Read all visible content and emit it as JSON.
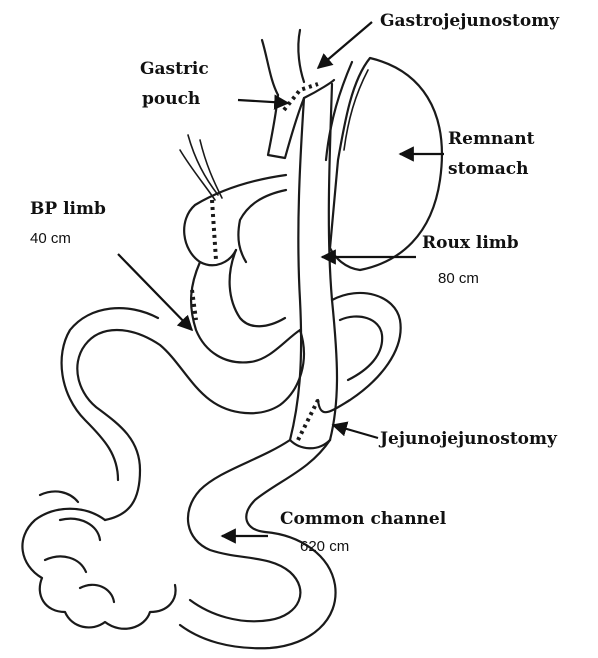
{
  "labels": {
    "gastrojejunostomy": "Gastrojejunostomy",
    "gastric_pouch_line1": "Gastric",
    "gastric_pouch_line2": "pouch",
    "remnant_line1": "Remnant",
    "remnant_line2": "stomach",
    "bp_limb": "BP limb",
    "bp_length": "40 cm",
    "roux_limb": "Roux limb",
    "roux_length": "80 cm",
    "jejunojejunostomy": "Jejunojejunostomy",
    "common_channel": "Common channel",
    "common_length": "620 cm"
  },
  "colors": {
    "ink": "#1a1a1a",
    "background": "#ffffff"
  }
}
